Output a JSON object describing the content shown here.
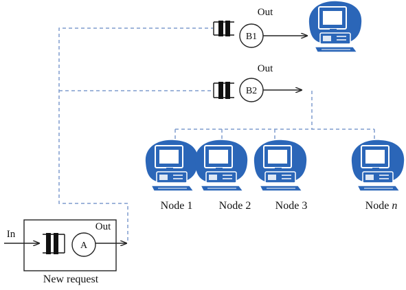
{
  "colors": {
    "dash": "#7f9ccd",
    "arrow": "#222222",
    "queue": "#111111",
    "computer": "#2b66b8",
    "screen": "#ffffff"
  },
  "servers": {
    "b1": {
      "symbol": "B1",
      "out_label": "Out"
    },
    "b2": {
      "symbol": "B2",
      "out_label": "Out"
    },
    "a": {
      "symbol": "A",
      "out_label": "Out",
      "in_label": "In",
      "caption": "New request"
    }
  },
  "nodes": [
    {
      "label": "Node 1"
    },
    {
      "label": "Node 2"
    },
    {
      "label": "Node 3"
    },
    {
      "label_prefix": "Node ",
      "label_italic": "n"
    }
  ],
  "icons": {
    "computer": "desktop-computer-icon",
    "queue": "queue-buffer-icon"
  }
}
